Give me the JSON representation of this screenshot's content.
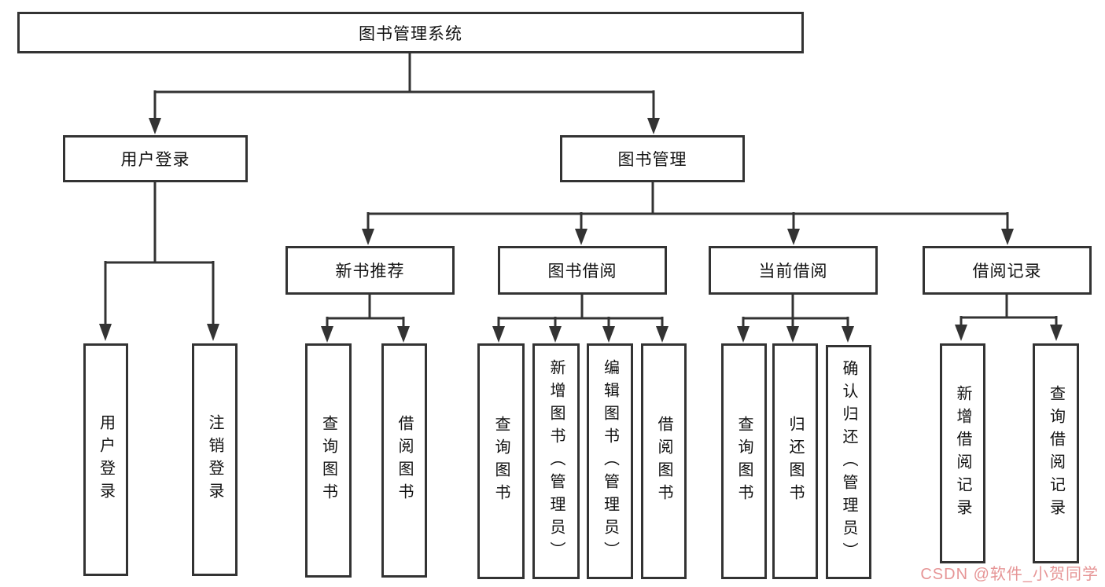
{
  "diagram": {
    "root_label": "图书管理系统",
    "level1": {
      "user_login": "用户登录",
      "book_mgmt": "图书管理"
    },
    "user_login_children": {
      "login": "用户登录",
      "logout": "注销登录"
    },
    "book_mgmt_children": {
      "new_books": "新书推荐",
      "borrow": "图书借阅",
      "current": "当前借阅",
      "records": "借阅记录"
    },
    "new_books_children": {
      "query_books": "查询图书",
      "borrow_books": "借阅图书"
    },
    "borrow_children": {
      "query_books": "查询图书",
      "add_books_admin": "新增图书（管理员）",
      "edit_books_admin": "编辑图书（管理员）",
      "borrow_books": "借阅图书"
    },
    "current_children": {
      "query_books": "查询图书",
      "return_books": "归还图书",
      "confirm_return_admin": "确认归还（管理员）"
    },
    "records_children": {
      "add_record": "新增借阅记录",
      "query_record": "查询借阅记录"
    }
  },
  "watermark": {
    "text": "CSDN @软件_小贺同学"
  },
  "colors": {
    "line": "#333333",
    "box_border": "#333333",
    "background": "#ffffff",
    "watermark": "#e28284"
  }
}
